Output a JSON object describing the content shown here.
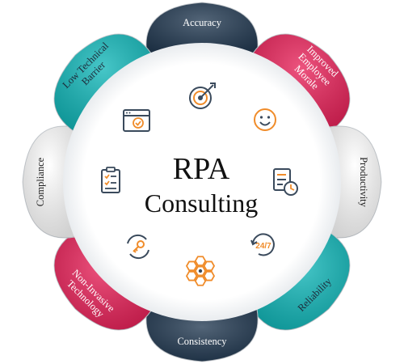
{
  "center": {
    "line1": "RPA",
    "line2": "Consulting"
  },
  "petals": [
    {
      "name": "petal-accuracy",
      "label_lines": [
        "Accuracy"
      ],
      "color": "#233a52",
      "text_color": "#ffffff"
    },
    {
      "name": "petal-improved-employee-morale",
      "label_lines": [
        "Improved",
        "Employee",
        "Morale"
      ],
      "color": "#e8235a",
      "text_color": "#ffffff"
    },
    {
      "name": "petal-productivity",
      "label_lines": [
        "Productivity"
      ],
      "color": "#ffffff",
      "text_color": "#222222"
    },
    {
      "name": "petal-reliability",
      "label_lines": [
        "Reliability"
      ],
      "color": "#13b7b9",
      "text_color": "#1e2b3a"
    },
    {
      "name": "petal-consistency",
      "label_lines": [
        "Consistency"
      ],
      "color": "#233a52",
      "text_color": "#ffffff"
    },
    {
      "name": "petal-non-invasive-technology",
      "label_lines": [
        "Non-Invasive",
        "Technology"
      ],
      "color": "#e8235a",
      "text_color": "#ffffff"
    },
    {
      "name": "petal-compliance",
      "label_lines": [
        "Compliance"
      ],
      "color": "#ffffff",
      "text_color": "#222222"
    },
    {
      "name": "petal-low-technical-barrier",
      "label_lines": [
        "Low Technical",
        "Barrier"
      ],
      "color": "#13b7b9",
      "text_color": "#1e2b3a"
    }
  ],
  "icons": [
    {
      "name": "target-icon"
    },
    {
      "name": "smiley-icon"
    },
    {
      "name": "document-clock-icon"
    },
    {
      "name": "24-7-icon"
    },
    {
      "name": "hexagon-network-icon"
    },
    {
      "name": "key-cycle-icon"
    },
    {
      "name": "clipboard-checklist-icon"
    },
    {
      "name": "browser-check-icon"
    }
  ],
  "icon_text": {
    "hours": "24/7"
  },
  "colors": {
    "icon_dark": "#3a4a5c",
    "icon_accent": "#f08c2a",
    "ring_shadow": "#c9ced3"
  }
}
